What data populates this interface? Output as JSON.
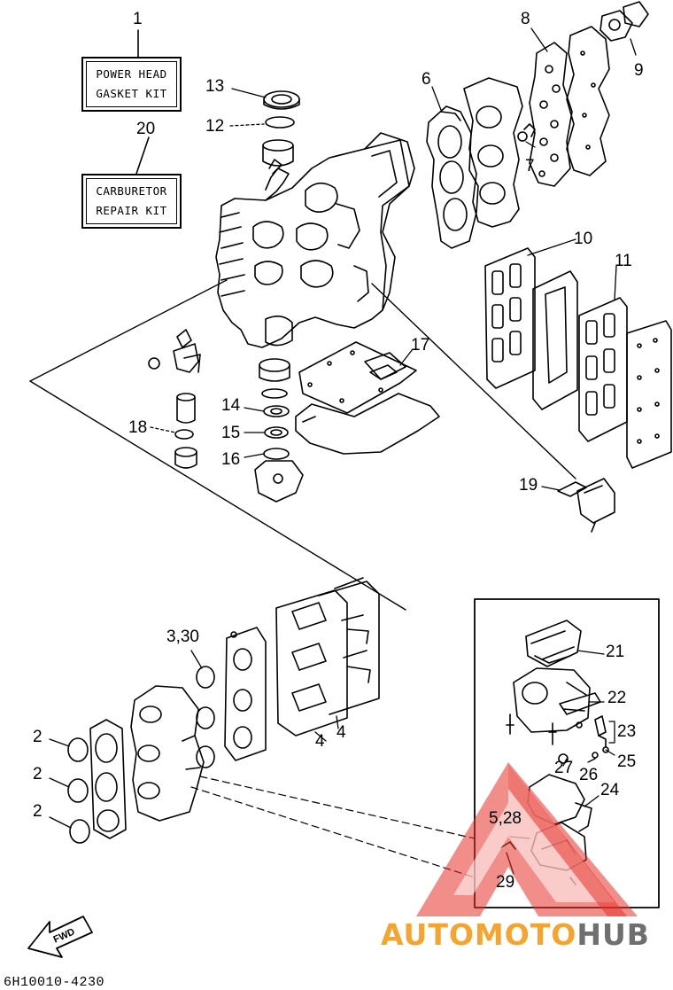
{
  "kit_boxes": {
    "power_head": {
      "line1": "POWER HEAD",
      "line2": "GASKET KIT"
    },
    "carburetor": {
      "line1": "CARBURETOR",
      "line2": "REPAIR KIT"
    }
  },
  "callouts": [
    "1",
    "20",
    "13",
    "12",
    "6",
    "8",
    "9",
    "7",
    "10",
    "11",
    "17",
    "14",
    "15",
    "16",
    "18",
    "19",
    "3,30",
    "2",
    "2",
    "2",
    "4",
    "4",
    "21",
    "22",
    "23",
    "25",
    "26",
    "27",
    "24",
    "5,28",
    "29"
  ],
  "fwd_label": "FWD",
  "doc_number": "6H10010-4230",
  "watermark": {
    "part1": "AUTO",
    "part2": "MOTO",
    "part3": "HUB"
  },
  "colors": {
    "line": "#000000",
    "watermark_red": "#e8322a",
    "watermark_orange": "#f3a530",
    "watermark_gray": "#6f6f6f"
  }
}
